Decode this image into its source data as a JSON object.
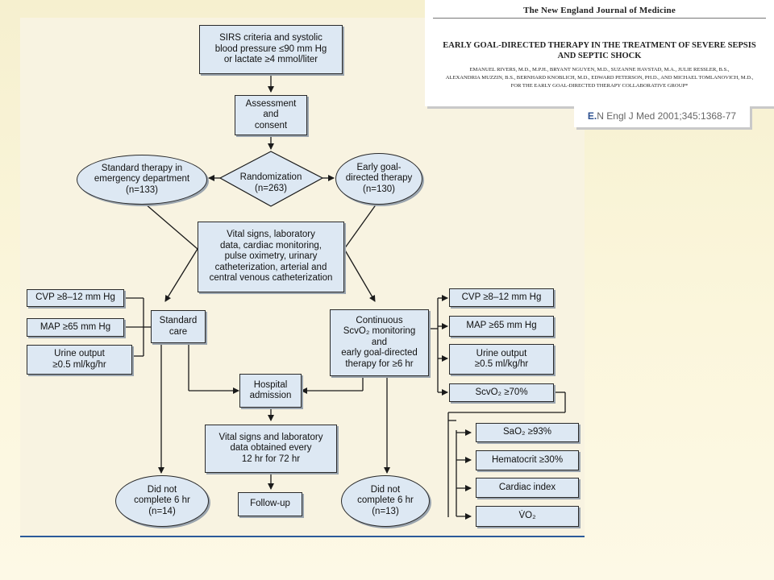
{
  "flow": {
    "sirs": [
      "SIRS criteria and systolic",
      "blood pressure ≤90 mm Hg",
      "or lactate ≥4 mmol/liter"
    ],
    "assessment": [
      "Assessment",
      "and",
      "consent"
    ],
    "randomization": [
      "Randomization",
      "(n=263)"
    ],
    "standard_therapy": [
      "Standard therapy in",
      "emergency department",
      "(n=133)"
    ],
    "early_goal": [
      "Early goal-",
      "directed therapy",
      "(n=130)"
    ],
    "vital_signs": [
      "Vital signs, laboratory",
      "data, cardiac monitoring,",
      "pulse oximetry, urinary",
      "catheterization, arterial and",
      "central venous catheterization"
    ],
    "standard_care": [
      "Standard",
      "care"
    ],
    "continuous": [
      "Continuous",
      "ScvO₂ monitoring",
      "and",
      "early goal-directed",
      "therapy for ≥6 hr"
    ],
    "left_targets": [
      [
        "CVP ≥8–12 mm Hg"
      ],
      [
        "MAP ≥65 mm Hg"
      ],
      [
        "Urine output",
        "≥0.5 ml/kg/hr"
      ]
    ],
    "right_targets": [
      [
        "CVP ≥8–12 mm Hg"
      ],
      [
        "MAP ≥65 mm Hg"
      ],
      [
        "Urine output",
        "≥0.5 ml/kg/hr"
      ],
      [
        "ScvO₂ ≥70%"
      ]
    ],
    "scvo2_targets": [
      [
        "SaO₂ ≥93%"
      ],
      [
        "Hematocrit ≥30%"
      ],
      [
        "Cardiac index"
      ],
      [
        "V̇O₂"
      ]
    ],
    "hospital": [
      "Hospital",
      "admission"
    ],
    "vitals_12hr": [
      "Vital signs and laboratory",
      "data obtained every",
      "12 hr for 72 hr"
    ],
    "followup": [
      "Follow-up"
    ],
    "did_not_left": [
      "Did not",
      "complete 6 hr",
      "(n=14)"
    ],
    "did_not_right": [
      "Did not",
      "complete 6 hr",
      "(n=13)"
    ]
  },
  "nejm": {
    "journal": "The New England Journal of Medicine",
    "title": [
      "EARLY GOAL-DIRECTED THERAPY IN THE TREATMENT OF SEVERE SEPSIS",
      "AND SEPTIC SHOCK"
    ],
    "authors": [
      "EMANUEL RIVERS, M.D., M.P.H., BRYANT NGUYEN, M.D., SUZANNE HAVSTAD, M.A., JULIE RESSLER, B.S.,",
      "ALEXANDRIA MUZZIN, B.S., BERNHARD KNOBLICH, M.D., EDWARD PETERSON, PH.D., AND MICHAEL TOMLANOVICH, M.D.,",
      "FOR THE EARLY GOAL-DIRECTED THERAPY COLLABORATIVE GROUP*"
    ],
    "citation_letter": "E.",
    "citation_text": " N Engl J Med 2001;345:1368-77"
  },
  "colors": {
    "box_fill": "#dde8f3",
    "line": "#1a1a1a",
    "accent_rule": "#2b5a9a"
  }
}
